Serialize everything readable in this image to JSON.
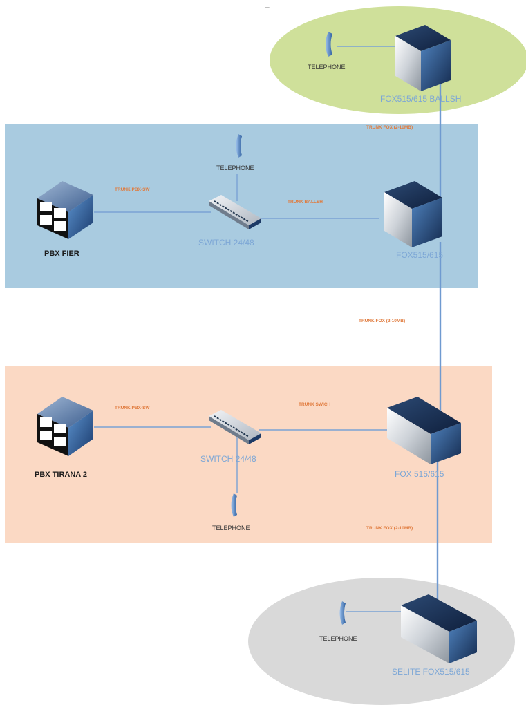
{
  "title_mark": "–",
  "zones": {
    "top_site": {
      "color": "#cfe09a"
    },
    "fier_site": {
      "color": "#a9cbe0"
    },
    "tirana_site": {
      "color": "#fbd9c4"
    },
    "bottom_site": {
      "color": "#d9d9d9"
    }
  },
  "nodes": {
    "fox_ballsh": {
      "label": "FOX515/615 BALLSH",
      "icon": "fox-multiplexer-icon"
    },
    "telephone_ballsh": {
      "label": "TELEPHONE",
      "icon": "telephone-icon"
    },
    "fox_fier": {
      "label": "FOX515/615",
      "icon": "fox-multiplexer-icon"
    },
    "switch_fier": {
      "label": "SWITCH 24/48",
      "icon": "network-switch-icon"
    },
    "telephone_fier": {
      "label": "TELEPHONE",
      "icon": "telephone-icon"
    },
    "pbx_fier": {
      "label": "PBX FIER",
      "icon": "pbx-server-icon"
    },
    "fox_tirana": {
      "label": "FOX 515/615",
      "icon": "fox-multiplexer-icon"
    },
    "switch_tirana": {
      "label": "SWITCH 24/48",
      "icon": "network-switch-icon"
    },
    "telephone_tirana": {
      "label": "TELEPHONE",
      "icon": "telephone-icon"
    },
    "pbx_tirana": {
      "label": "PBX TIRANA 2",
      "icon": "pbx-server-icon"
    },
    "fox_selite": {
      "label": "SELITE FOX515/615",
      "icon": "fox-multiplexer-icon"
    },
    "telephone_selite": {
      "label": "TELEPHONE",
      "icon": "telephone-icon"
    }
  },
  "links": {
    "trunk_ballsh_fier": "TRUNK FOX (2-10MB)",
    "trunk_pbx_fier": "TRUNK PBX-SW",
    "trunk_switch_fier": "TRUNK BALLSH",
    "trunk_fier_tirana": "TRUNK FOX (2-10MB)",
    "trunk_pbx_tirana": "TRUNK PBX-SW",
    "trunk_switch_tirana": "TRUNK SWICH",
    "trunk_tirana_selite": "TRUNK FOX (2-10MB)"
  }
}
